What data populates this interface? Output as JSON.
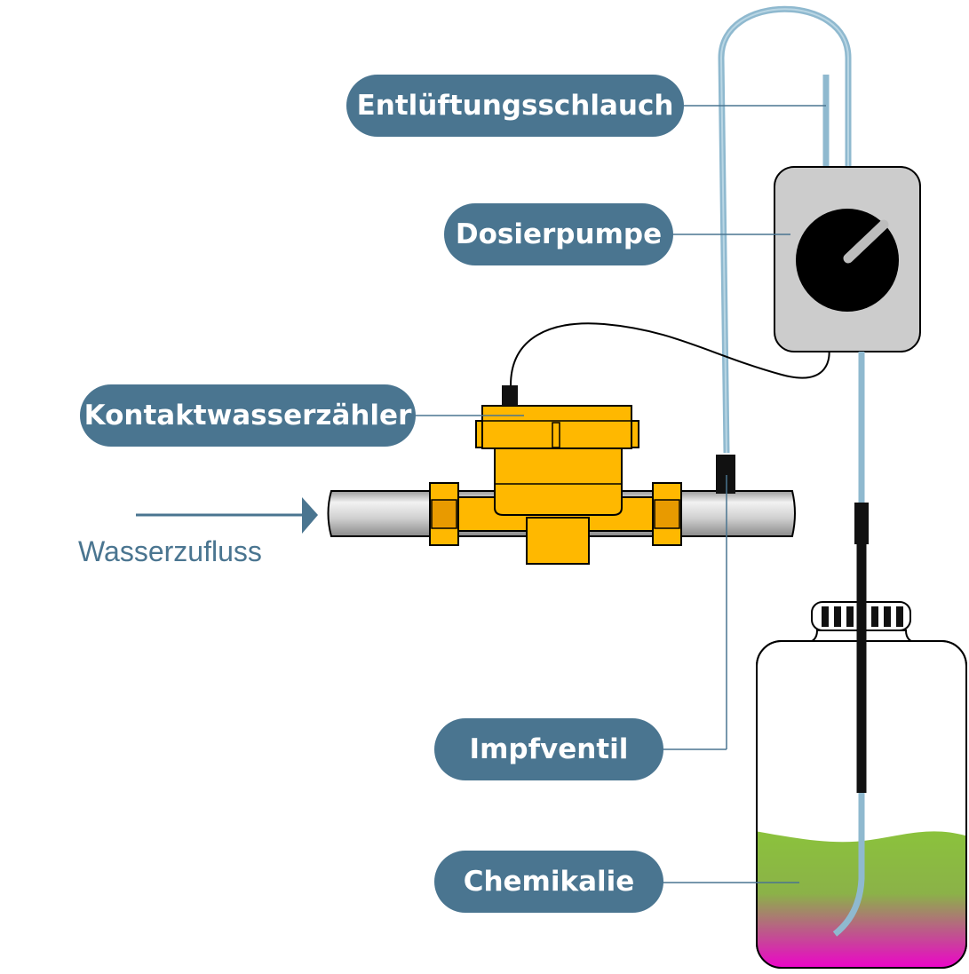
{
  "labels": {
    "entlueftung": "Entlüftungsschlauch",
    "dosierpumpe": "Dosierpumpe",
    "kontakt": "Kontaktwasserzähler",
    "impfventil": "Impfventil",
    "chemikalie": "Chemikalie"
  },
  "flow_label": "Wasserzufluss",
  "colors": {
    "label_bg": "#4a7590",
    "tube": "#8fb9cf",
    "meter": "#ffb800",
    "meter_dark": "#e89a00",
    "pump_body": "#cccccc",
    "chemical_top": "#8bc23c",
    "chemical_bottom": "#ee00cc"
  }
}
